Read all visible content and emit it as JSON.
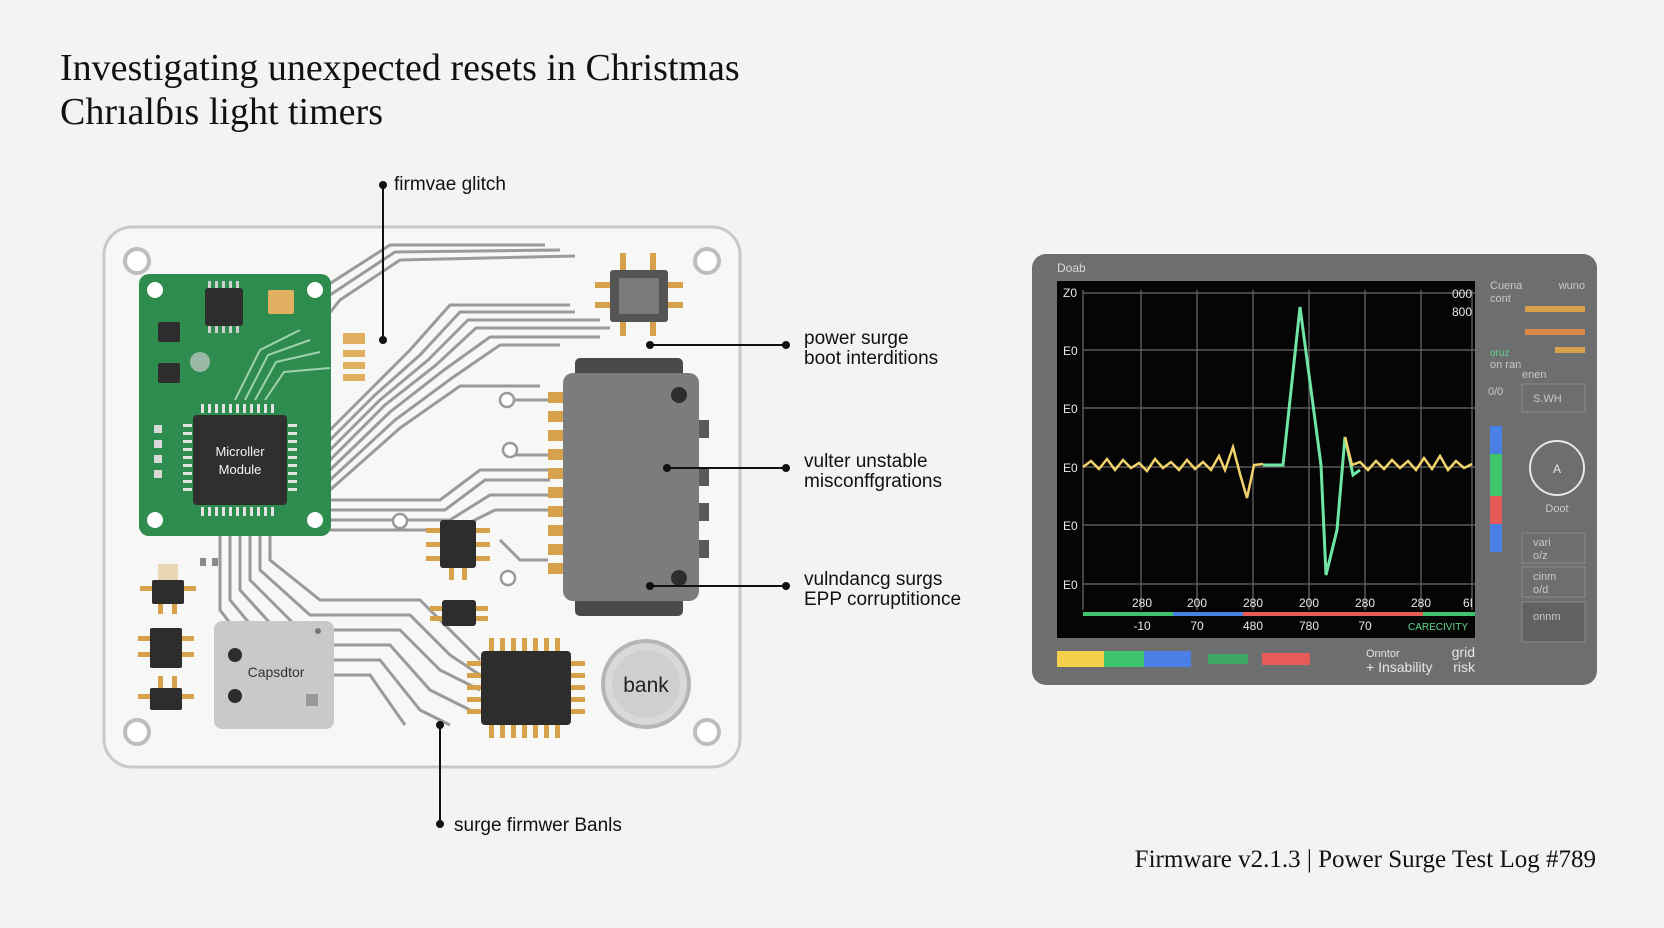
{
  "title": {
    "line1": "Investigating unexpected resets in Christmas",
    "line2": "Chrıalɓıs light timers"
  },
  "board": {
    "microcontroller_label_1": "Microller",
    "microcontroller_label_2": "Module",
    "capacitor_label": "Capsdtor",
    "bank_label": "bank",
    "colors": {
      "pcb_green": "#2e8c4e",
      "chip": "#333333",
      "relay": "#7b7c7e",
      "gold": "#d8a85a"
    }
  },
  "callouts": {
    "firmware_glitch": "firmvae glitch",
    "power_surge_1": "power surge",
    "power_surge_2": "boot interditions",
    "voltage_1": "vulter unstable",
    "voltage_2": "misconffgrations",
    "redundancy_1": "vulndancg surgs",
    "redundancy_2": "EPP corruptitionce",
    "bottom": "surge firmwer Banls"
  },
  "monitor": {
    "header": "Doab",
    "y_ticks": [
      "Z0",
      "E0",
      "E0",
      "E0",
      "E0",
      "E0"
    ],
    "y_right_ticks": [
      "000",
      "800"
    ],
    "x_ticks_top": [
      "280",
      "200",
      "280",
      "200",
      "280",
      "280",
      "6I"
    ],
    "x_ticks_bottom": [
      "-10",
      "70",
      "480",
      "780",
      "70"
    ],
    "status_label": "CARECIVITY",
    "legend_label_1": "Onntor",
    "legend_label_2": "+ Insability",
    "legend_label_3": "grid",
    "legend_label_4": "risk",
    "side_labels": [
      "Cuena",
      "cont",
      "wuno",
      "oruz",
      "on ran",
      "enen",
      "0/0",
      "S.WH",
      "vari",
      "o/z",
      "cinm",
      "o/d",
      "onnm"
    ],
    "dial_label": "A",
    "dial_caption": "Doot",
    "colors": {
      "signal": "#f2d36b",
      "spike": "#6fe6a6",
      "bar_yellow": "#f5d04a",
      "bar_green": "#3ec46a",
      "bar_blue": "#4a7fe6",
      "bar_red": "#e65a5a"
    }
  },
  "footer": "Firmware v2.1.3 | Power Surge Test Log #789"
}
